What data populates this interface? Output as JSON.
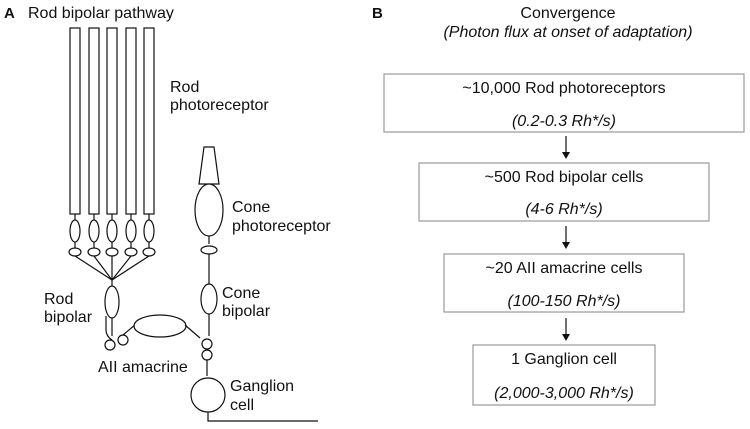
{
  "panel_a": {
    "letter": "A",
    "title": "Rod bipolar pathway",
    "labels": {
      "rod_photoreceptor_line1": "Rod",
      "rod_photoreceptor_line2": "photoreceptor",
      "cone_photoreceptor_line1": "Cone",
      "cone_photoreceptor_line2": "photoreceptor",
      "rod_bipolar_line1": "Rod",
      "rod_bipolar_line2": "bipolar",
      "cone_bipolar_line1": "Cone",
      "cone_bipolar_line2": "bipolar",
      "aii_amacrine": "AII amacrine",
      "ganglion_line1": "Ganglion",
      "ganglion_line2": "cell"
    }
  },
  "panel_b": {
    "letter": "B",
    "title": "Convergence",
    "subtitle": "(Photon flux at onset of adaptation)",
    "stages": [
      {
        "count": "~10,000 Rod photoreceptors",
        "flux": "(0.2-0.3 Rh*/s)"
      },
      {
        "count": "~500 Rod bipolar cells",
        "flux": "(4-6 Rh*/s)"
      },
      {
        "count": "~20 AII amacrine cells",
        "flux": "(100-150 Rh*/s)"
      },
      {
        "count": "1 Ganglion cell",
        "flux": "(2,000-3,000 Rh*/s)"
      }
    ]
  }
}
